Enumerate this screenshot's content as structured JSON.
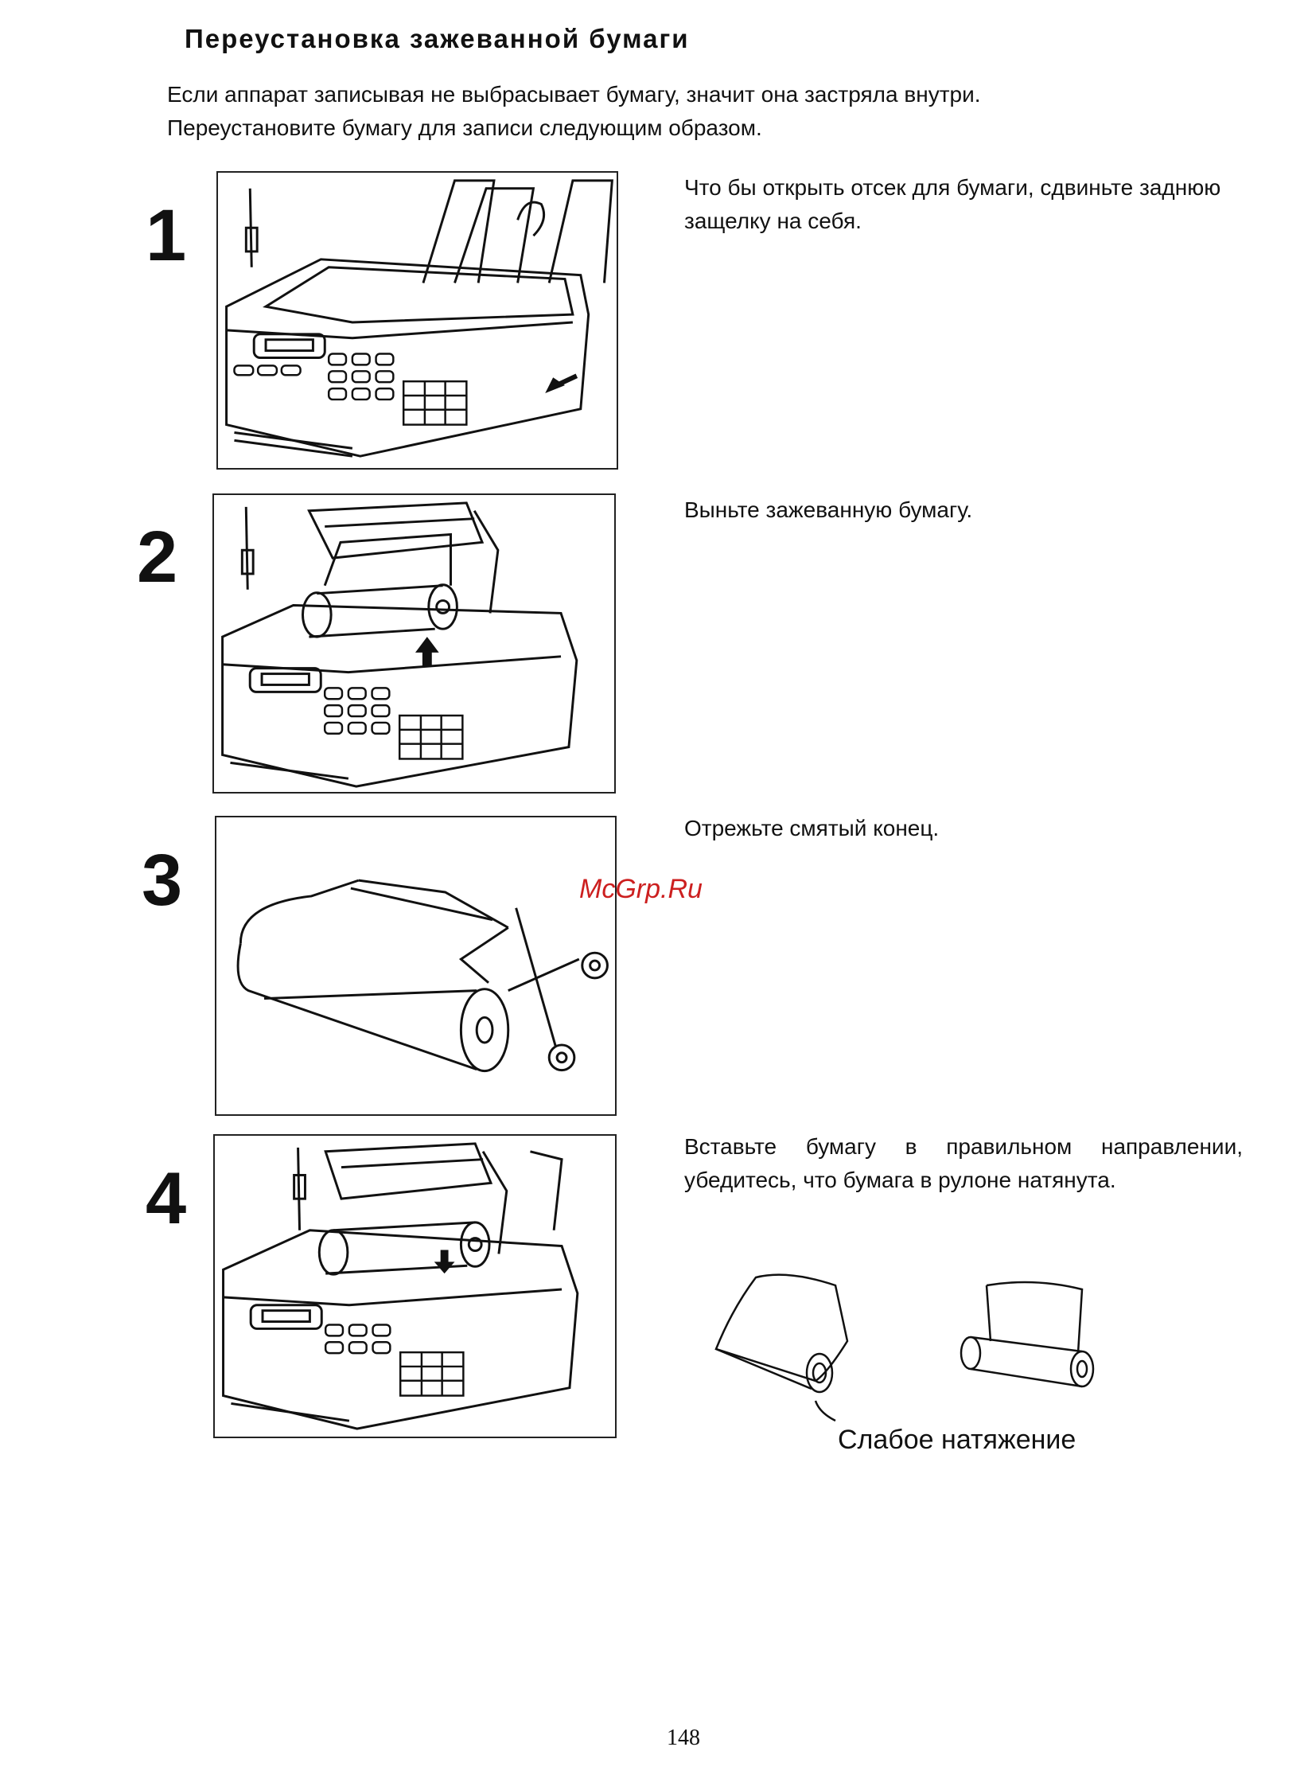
{
  "title": "Переустановка зажеванной бумаги",
  "intro": {
    "line1": "Если аппарат записывая не выбрасывает бумагу, значит она застряла внутри.",
    "line2": "Переустановите бумагу для записи следующим образом."
  },
  "steps": [
    {
      "number": "1",
      "text": "Что бы открыть отсек для бумаги, сдвиньте заднюю защелку на себя."
    },
    {
      "number": "2",
      "text": "Выньте зажеванную бумагу."
    },
    {
      "number": "3",
      "text": "Отрежьте смятый конец."
    },
    {
      "number": "4",
      "text": "Вставьте бумагу в правильном направлении, убедитесь, что бумага в рулоне натянута."
    }
  ],
  "caption": "Слабое натяжение",
  "watermark": "McGrp.Ru",
  "page_number": "148",
  "colors": {
    "watermark": "#cc1f1f",
    "ink": "#111111"
  }
}
